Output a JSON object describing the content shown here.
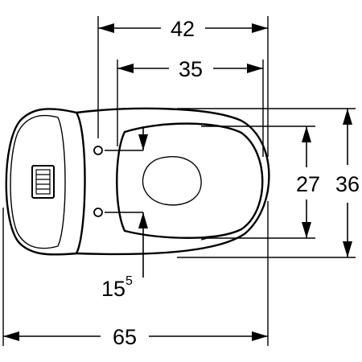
{
  "dimensions": {
    "width_overall": "42",
    "width_seat": "35",
    "length_total": "65",
    "height_outer": "36",
    "height_inner": "27",
    "fixing_offset": "15",
    "fixing_offset_superscript": "5"
  },
  "colors": {
    "ink": "#000000",
    "paper": "#ffffff"
  },
  "icons": {
    "flush_button": "flush-button-icon",
    "fixing_hole": "fixing-hole-icon"
  }
}
